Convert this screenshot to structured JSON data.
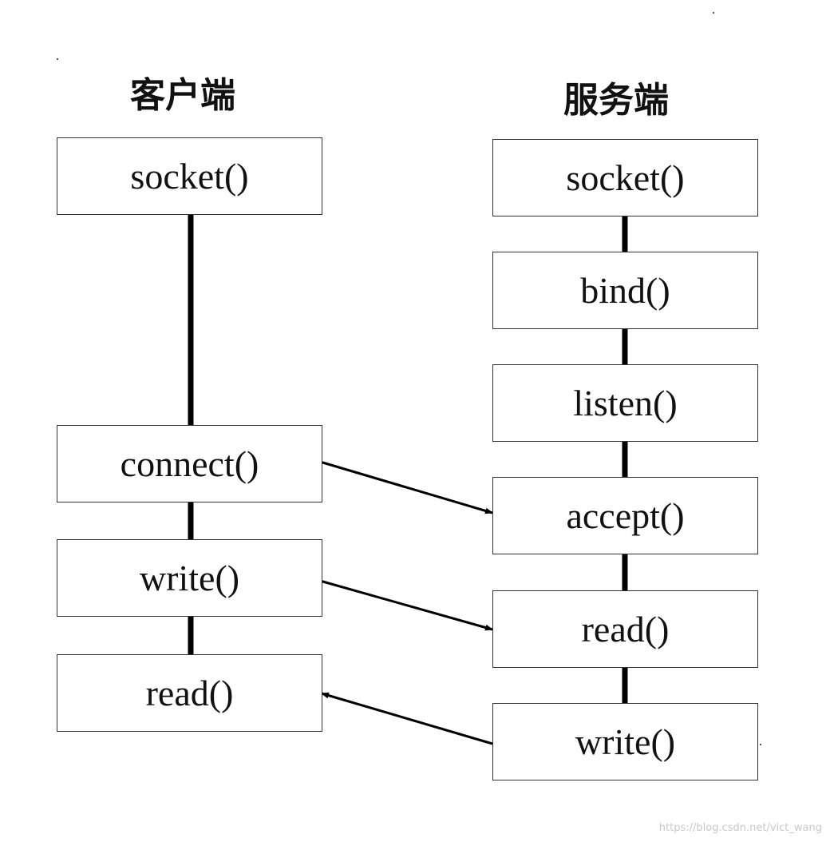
{
  "headers": {
    "client": "客户端",
    "server": "服务端"
  },
  "client_steps": [
    "socket()",
    "connect()",
    "write()",
    "read()"
  ],
  "server_steps": [
    "socket()",
    "bind()",
    "listen()",
    "accept()",
    "read()",
    "write()"
  ],
  "watermark": "https://blog.csdn.net/vict_wang",
  "colors": {
    "line": "#000000",
    "box_border": "#333333",
    "text": "#111111"
  }
}
